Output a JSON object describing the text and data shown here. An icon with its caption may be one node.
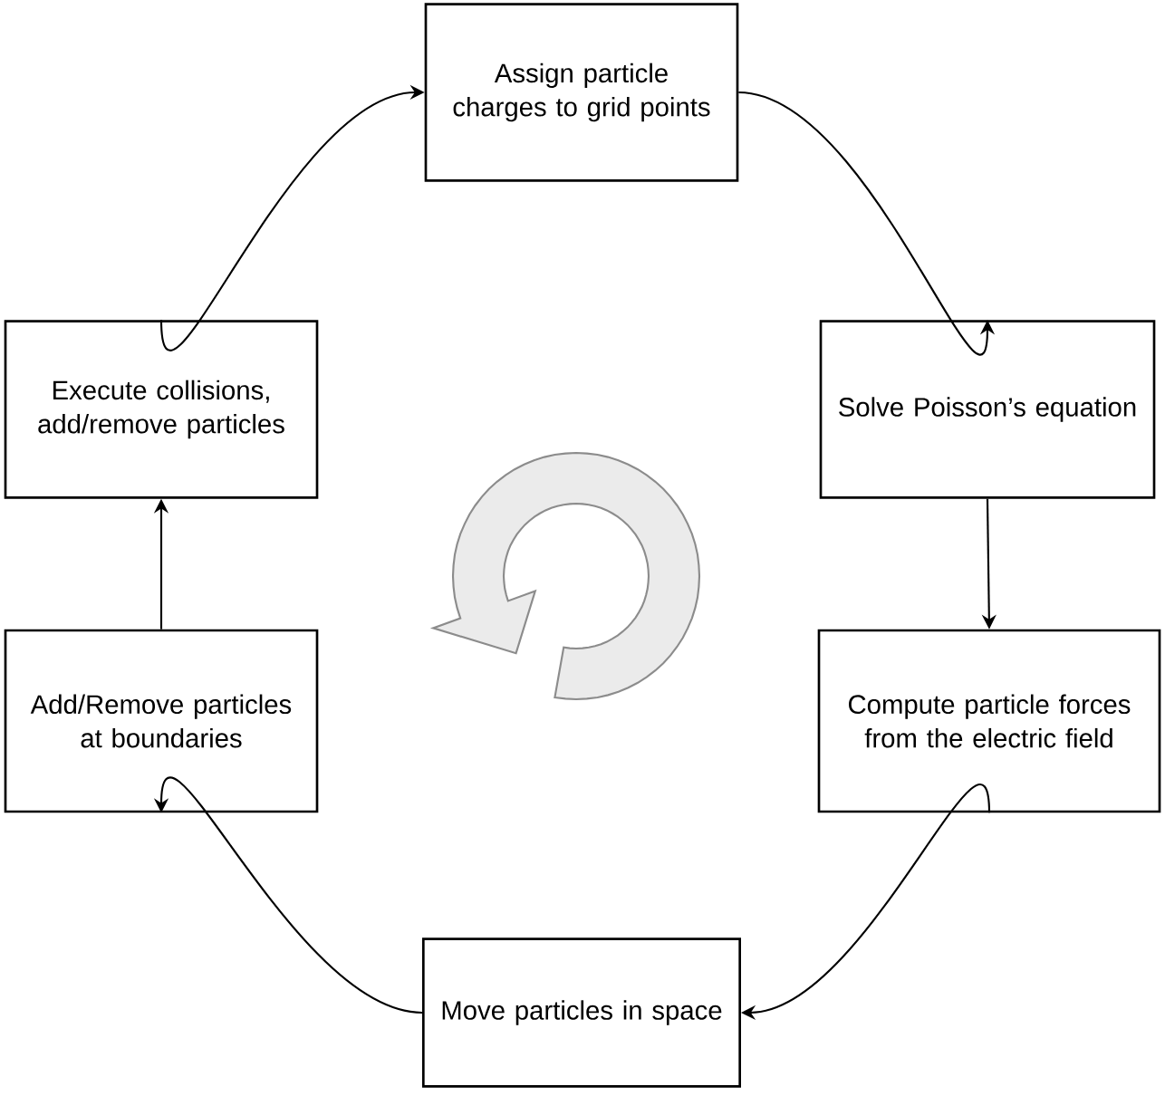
{
  "diagram": {
    "nodes": [
      {
        "text": [
          "Assign particle charges to grid points"
        ]
      },
      {
        "text": [
          "Solve Poisson’s equation"
        ]
      },
      {
        "text": [
          "Compute particle forces from the electric field"
        ]
      },
      {
        "text": [
          "Move particles in space"
        ]
      },
      {
        "text": [
          "Add/Remove particles at boundaries"
        ]
      },
      {
        "text": [
          "Execute collisions, add/remove particles"
        ]
      }
    ],
    "edges": [
      {
        "from": 0,
        "to": 1,
        "arrow": "to"
      },
      {
        "from": 1,
        "to": 2,
        "arrow": "to"
      },
      {
        "from": 2,
        "to": 3,
        "arrow": "to"
      },
      {
        "from": 3,
        "to": 4,
        "arrow": "to"
      },
      {
        "from": 4,
        "to": 5,
        "arrow": "to"
      },
      {
        "from": 5,
        "to": 0,
        "arrow": "to"
      }
    ]
  }
}
